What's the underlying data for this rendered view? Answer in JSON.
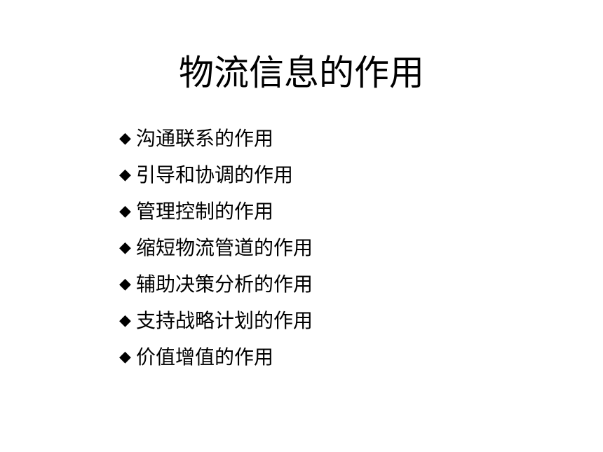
{
  "slide": {
    "title": "物流信息的作用",
    "bullet_icon": "black-diamond-bullet-icon",
    "bullet_glyph": "◆",
    "items": [
      {
        "label": "沟通联系的作用"
      },
      {
        "label": "引导和协调的作用"
      },
      {
        "label": "管理控制的作用"
      },
      {
        "label": "缩短物流管道的作用"
      },
      {
        "label": "辅助决策分析的作用"
      },
      {
        "label": "支持战略计划的作用"
      },
      {
        "label": "价值增值的作用"
      }
    ]
  },
  "colors": {
    "background": "#ffffff",
    "text": "#000000"
  }
}
